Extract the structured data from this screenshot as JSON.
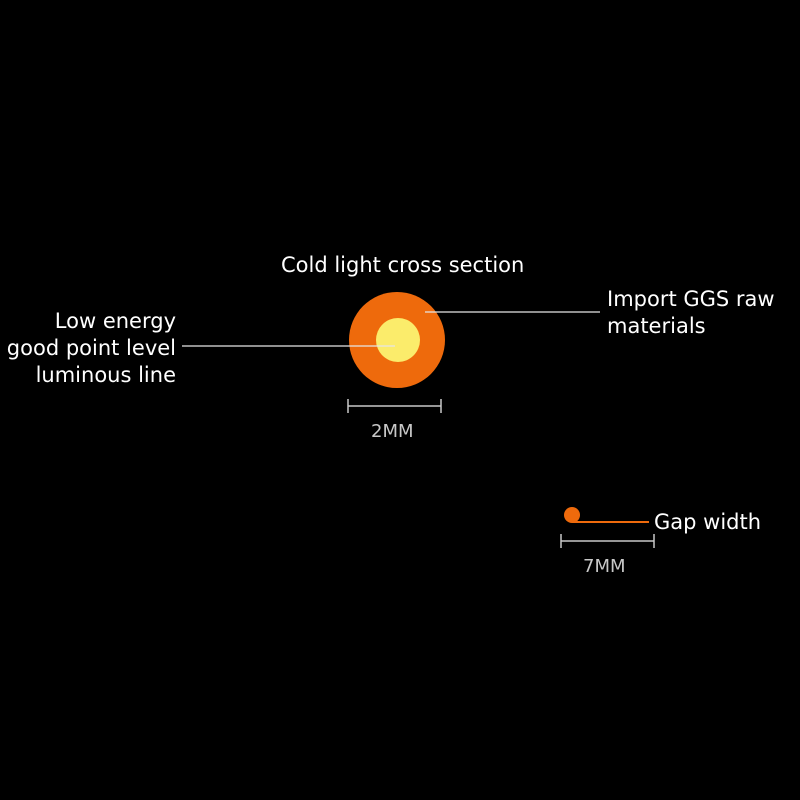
{
  "diagram": {
    "title": "Cold light cross section",
    "left_label": [
      "Low energy",
      "good point level",
      "luminous line"
    ],
    "right_label": [
      "Import GGS raw",
      "materials"
    ],
    "gap_label": "Gap width",
    "dimension_cross_section": "2MM",
    "dimension_gap": "7MM",
    "colors": {
      "background": "#000000",
      "outer_ring": "#ee6a0c",
      "inner_core": "#fbec6b",
      "text": "#ffffff",
      "dimension": "#c8c8c8"
    }
  }
}
